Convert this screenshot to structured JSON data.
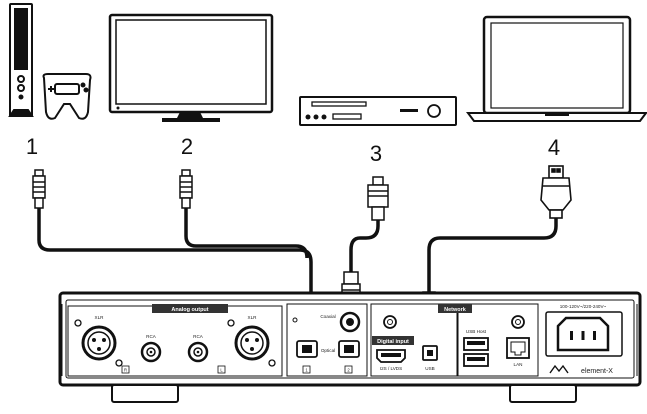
{
  "sources": [
    {
      "number": "1",
      "device": "game-console"
    },
    {
      "number": "2",
      "device": "television"
    },
    {
      "number": "3",
      "device": "disc-player"
    },
    {
      "number": "4",
      "device": "laptop"
    }
  ],
  "cables": [
    {
      "source": "1",
      "connector": "coaxial-rca",
      "destination": "coaxial-input"
    },
    {
      "source": "2",
      "connector": "coaxial-rca",
      "destination": "coaxial-input"
    },
    {
      "source": "3",
      "connector": "optical-toslink",
      "destination": "optical-input"
    },
    {
      "source": "4",
      "connector": "usb",
      "destination": "usb-input"
    }
  ],
  "back_panel": {
    "analog_output": {
      "header": "Analog output",
      "xlr_left_label": "XLR",
      "rca_left_label": "RCA",
      "rca_right_label": "RCA",
      "xlr_right_label": "XLR",
      "channel_left": "R",
      "channel_right": "L"
    },
    "digital_input": {
      "header": "Digital input",
      "coaxial_label": "Coaxial",
      "optical_label": "Optical",
      "port_1": "1",
      "port_2": "2",
      "i2s_label": "I2S / LVDS",
      "usb_label": "USB"
    },
    "network": {
      "header": "Network",
      "usb_host_label": "USB Host",
      "lan_label": "LAN"
    },
    "power_label": "100-120V~/220-240V~",
    "brand": "element-X"
  }
}
